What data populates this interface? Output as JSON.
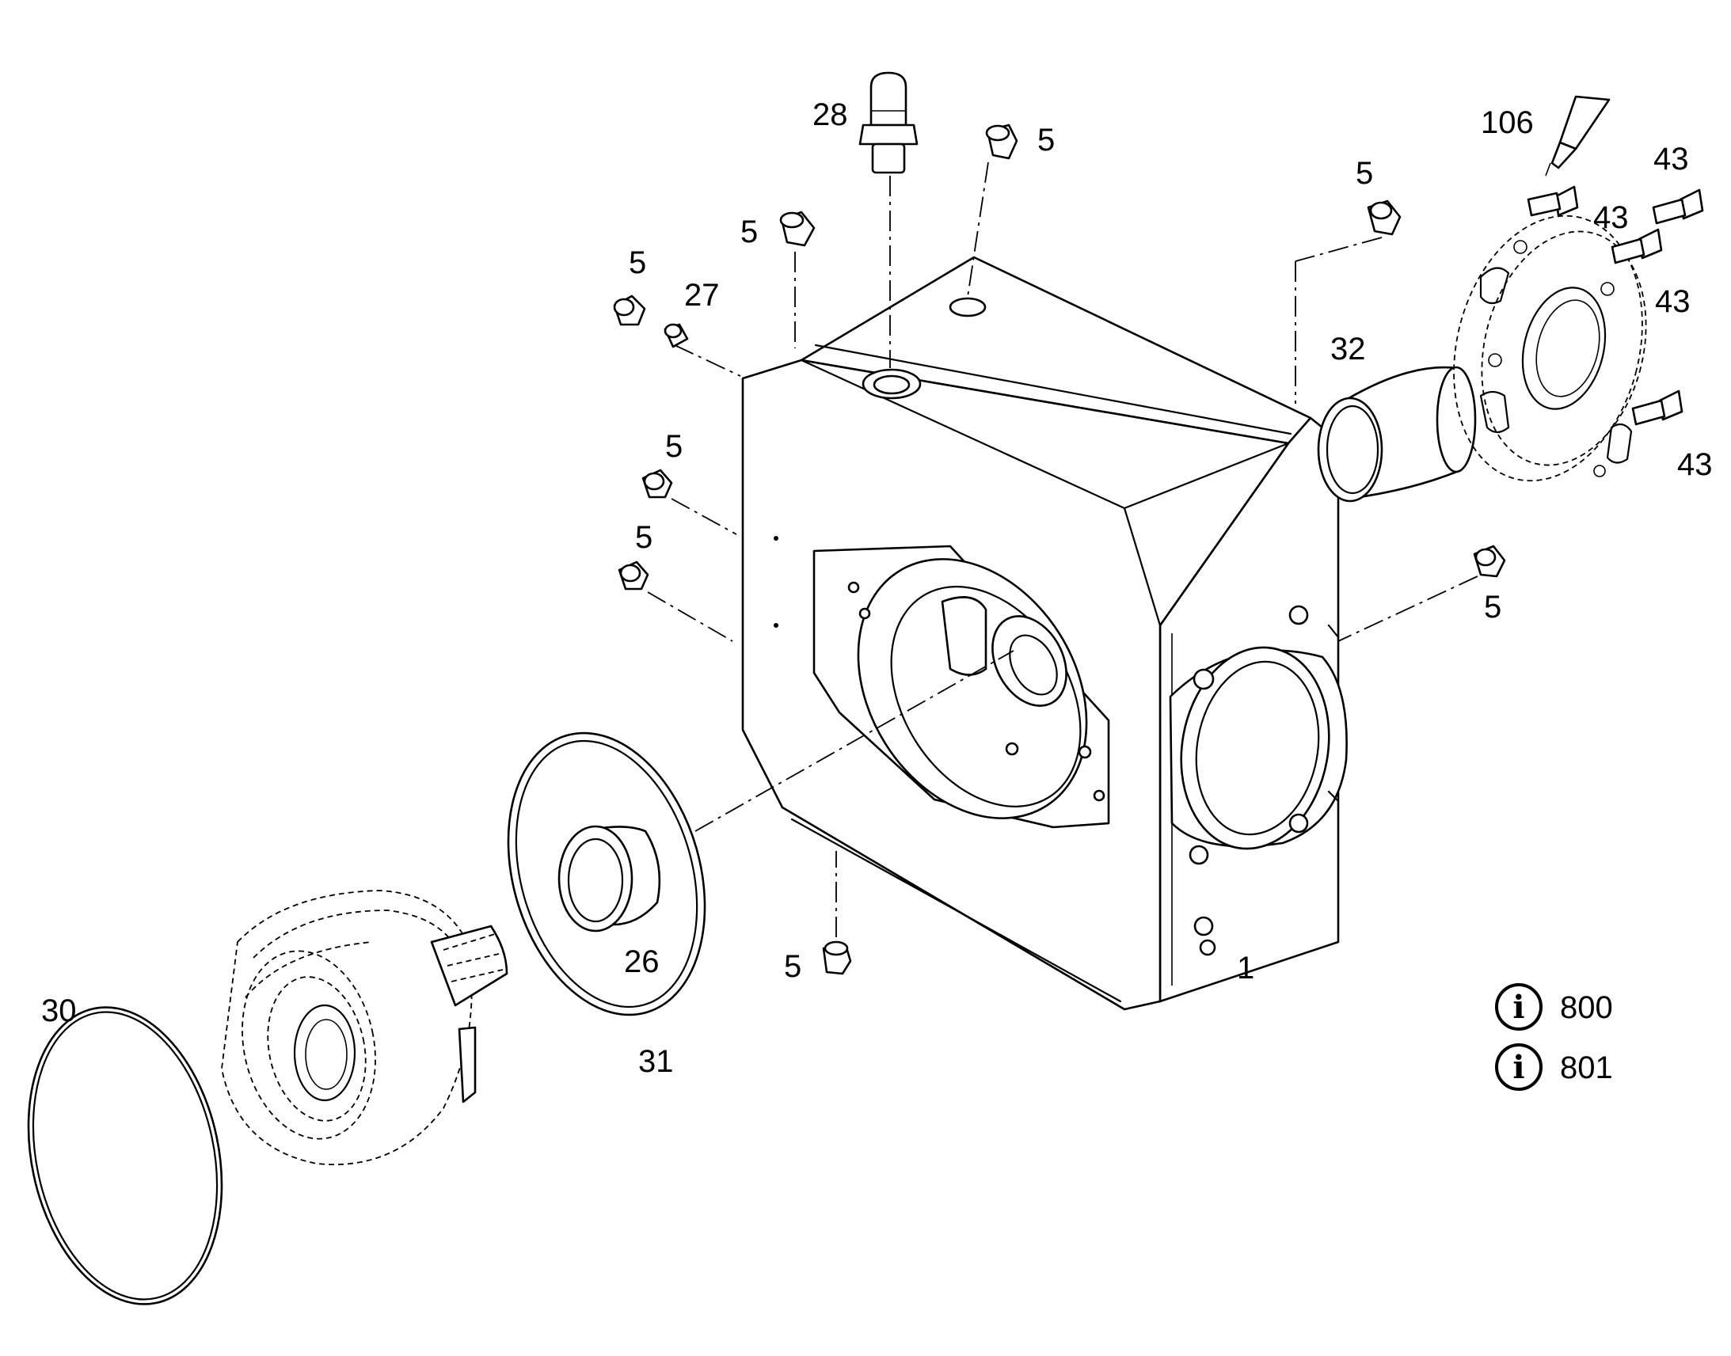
{
  "callouts": {
    "c1": "1",
    "c5": "5",
    "c26": "26",
    "c27": "27",
    "c28": "28",
    "c30": "30",
    "c31": "31",
    "c32": "32",
    "c43": "43",
    "c106": "106"
  },
  "info_refs": [
    {
      "icon": "info-icon",
      "label": "800"
    },
    {
      "icon": "info-icon",
      "label": "801"
    }
  ]
}
